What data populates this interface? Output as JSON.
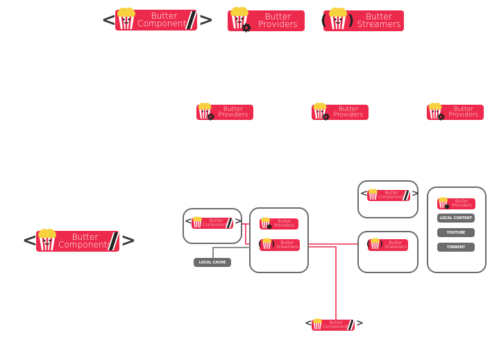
{
  "colors": {
    "brand": "#ee2a4c",
    "frame": "#6b6b6b",
    "connector": "#ee2a4c",
    "dark": "#222222"
  },
  "icons": {
    "mascot": "popcorn-mascot-icon",
    "gear": "gear-icon",
    "waves": "broadcast-waves-icon",
    "slash": "slash-icon",
    "chevrons": "angle-brackets-icon"
  },
  "logos": {
    "components": {
      "line1": "Butter",
      "line2": "Components"
    },
    "providers": {
      "line1": "Butter",
      "line2": "Providers"
    },
    "streamers": {
      "line1": "Butter",
      "line2": "Streamers"
    }
  },
  "pills": {
    "local_cache": "LOCAL CACHE",
    "local_content": "LOCAL CONTENT",
    "youtube": "YOUTUBE",
    "torrent": "TORRENT"
  }
}
